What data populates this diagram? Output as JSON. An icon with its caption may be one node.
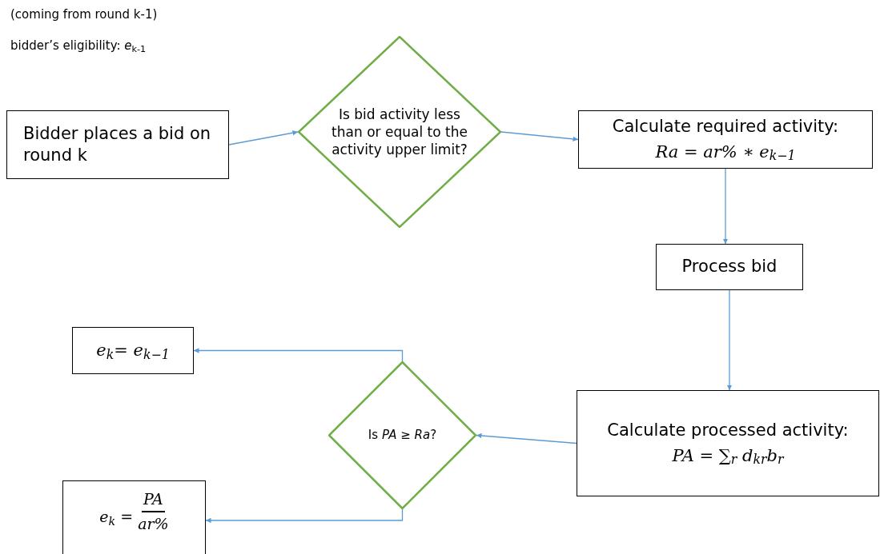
{
  "diagram": {
    "nodes": [
      {
        "text": [
          "Bidder places a bid on round k"
        ]
      },
      {
        "text": [
          "Is bid activity less than or equal to the activity upper limit?"
        ]
      },
      {
        "text": [
          "Calculate required activity:",
          "Ra = ar% ∗ e$_{k−1}$"
        ]
      },
      {
        "text": [
          "Process bid"
        ]
      },
      {
        "text": [
          "Calculate processed activity:",
          "PA = ∑$_{r}$ d$_{kr}$b$_{r}$"
        ]
      },
      {
        "text": [
          "Is *PA* ≥ *Ra*?"
        ]
      },
      {
        "text": [
          "e$_{k}$= e$_{k−1}$"
        ]
      },
      {
        "text": [
          "e$_{k}$ =",
          "PA",
          "ar%"
        ]
      }
    ],
    "edges": [
      {
        "from": 0,
        "to": 1,
        "arrow": "to"
      },
      {
        "from": 1,
        "to": 2,
        "arrow": "to"
      },
      {
        "from": 2,
        "to": 3,
        "arrow": "to"
      },
      {
        "from": 3,
        "to": 4,
        "arrow": "to"
      },
      {
        "from": 4,
        "to": 5,
        "arrow": "to"
      },
      {
        "from": 5,
        "to": 6,
        "arrow": "to"
      },
      {
        "from": 5,
        "to": 7,
        "arrow": "to"
      }
    ],
    "labels": [
      "(coming from round k-1)",
      "bidder’s eligibility: *e*$_{k-1}$"
    ]
  }
}
